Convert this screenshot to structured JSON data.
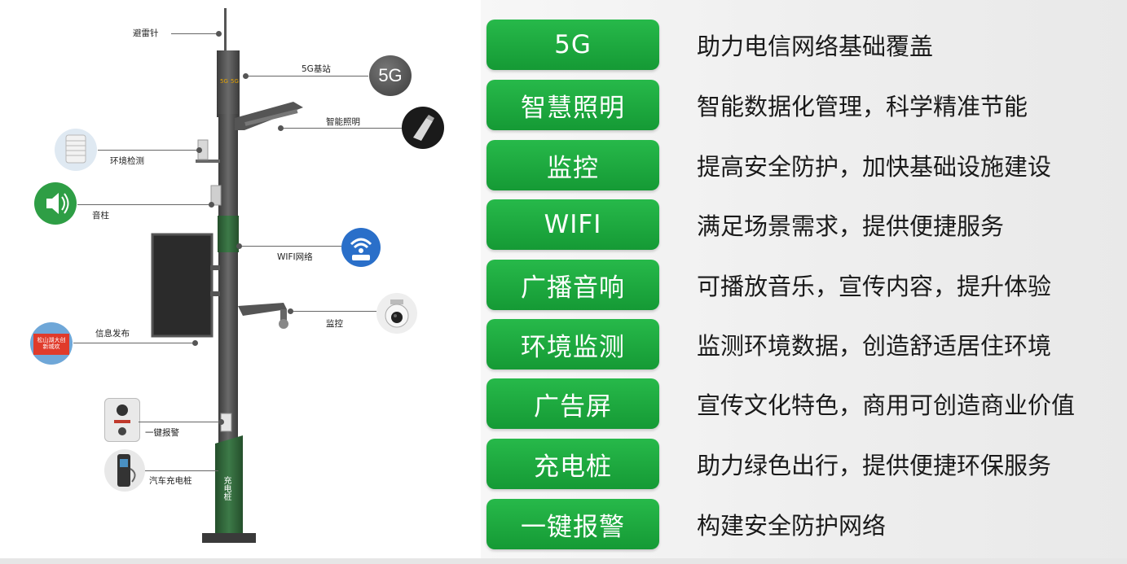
{
  "diagram": {
    "labels": {
      "lightning_rod": "避雷针",
      "base_station": "5G基站",
      "base_station_icon": "5G",
      "smart_lighting": "智能照明",
      "environment": "环境检测",
      "speaker": "音柱",
      "wifi": "WIFI网络",
      "camera": "监控",
      "info_release": "信息发布",
      "alarm": "一键报警",
      "charger": "汽车充电桩",
      "pole_charger_text": "充电桩",
      "billboard_text": "松山湖大创新城欢"
    }
  },
  "features": [
    {
      "name": "5G",
      "desc": "助力电信网络基础覆盖"
    },
    {
      "name": "智慧照明",
      "desc": "智能数据化管理，科学精准节能"
    },
    {
      "name": "监控",
      "desc": "提高安全防护，加快基础设施建设"
    },
    {
      "name": "WIFI",
      "desc": "满足场景需求，提供便捷服务"
    },
    {
      "name": "广播音响",
      "desc": "可播放音乐，宣传内容，提升体验"
    },
    {
      "name": "环境监测",
      "desc": "监测环境数据，创造舒适居住环境"
    },
    {
      "name": "广告屏",
      "desc": "宣传文化特色，商用可创造商业价值"
    },
    {
      "name": "充电桩",
      "desc": "助力绿色出行，提供便捷环保服务"
    },
    {
      "name": "一键报警",
      "desc": "构建安全防护网络"
    }
  ],
  "colors": {
    "badge_green": "#1faa3f",
    "pole_gray": "#4a4a4a",
    "pole_green": "#2f6b3a"
  }
}
